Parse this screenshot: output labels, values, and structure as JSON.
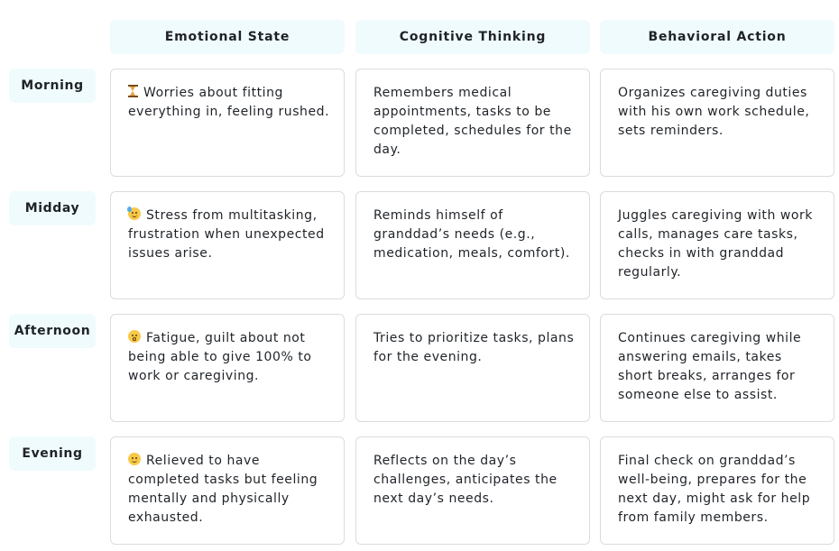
{
  "columns": [
    {
      "label": "Emotional State"
    },
    {
      "label": "Cognitive Thinking"
    },
    {
      "label": "Behavioral Action"
    }
  ],
  "rows": [
    {
      "label": "Morning",
      "emotional": {
        "icon": "hourglass-icon",
        "text": "Worries about fitting everything in, feeling rushed."
      },
      "cognitive": "Remembers medical appointments, tasks to be completed, schedules for the day.",
      "behavioral": "Organizes caregiving duties with his own work schedule, sets reminders."
    },
    {
      "label": "Midday",
      "emotional": {
        "icon": "sweat-face-icon",
        "text": "Stress from multitasking, frustration when unexpected issues arise."
      },
      "cognitive": "Reminds himself of granddad’s needs (e.g., medication, meals, comfort).",
      "behavioral": "Juggles caregiving with work calls, manages care tasks, checks in with granddad regularly."
    },
    {
      "label": "Afternoon",
      "emotional": {
        "icon": "tired-face-icon",
        "text": "Fatigue, guilt about not being able to give 100% to work or caregiving."
      },
      "cognitive": "Tries to prioritize tasks, plans for the evening.",
      "behavioral": "Continues caregiving while answering emails, takes short breaks, arranges for someone else to assist."
    },
    {
      "label": "Evening",
      "emotional": {
        "icon": "relieved-face-icon",
        "text": "Relieved to have completed tasks but feeling mentally and physically exhausted."
      },
      "cognitive": "Reflects on the day’s challenges, anticipates the next day’s needs.",
      "behavioral": "Final check on granddad’s well-being, prepares for the next day, might ask for help from family members."
    }
  ]
}
